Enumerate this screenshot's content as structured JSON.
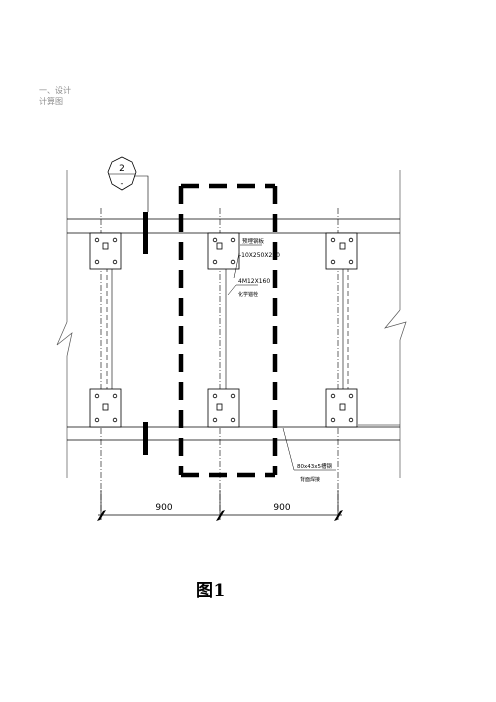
{
  "heading": {
    "line1": "一、设计",
    "line2": "计算图"
  },
  "drawing": {
    "callout_top": "2",
    "callout_bottom": "-",
    "label_plate": "预埋钢板",
    "label_plate_size": "-10X250X250",
    "label_bolt": "4M12X160",
    "label_bolt_note": "化学锚栓",
    "label_steel": "80x43x5槽钢",
    "label_steel_note": "背面焊接",
    "dim_left": "900",
    "dim_right": "900"
  },
  "caption": "图1"
}
